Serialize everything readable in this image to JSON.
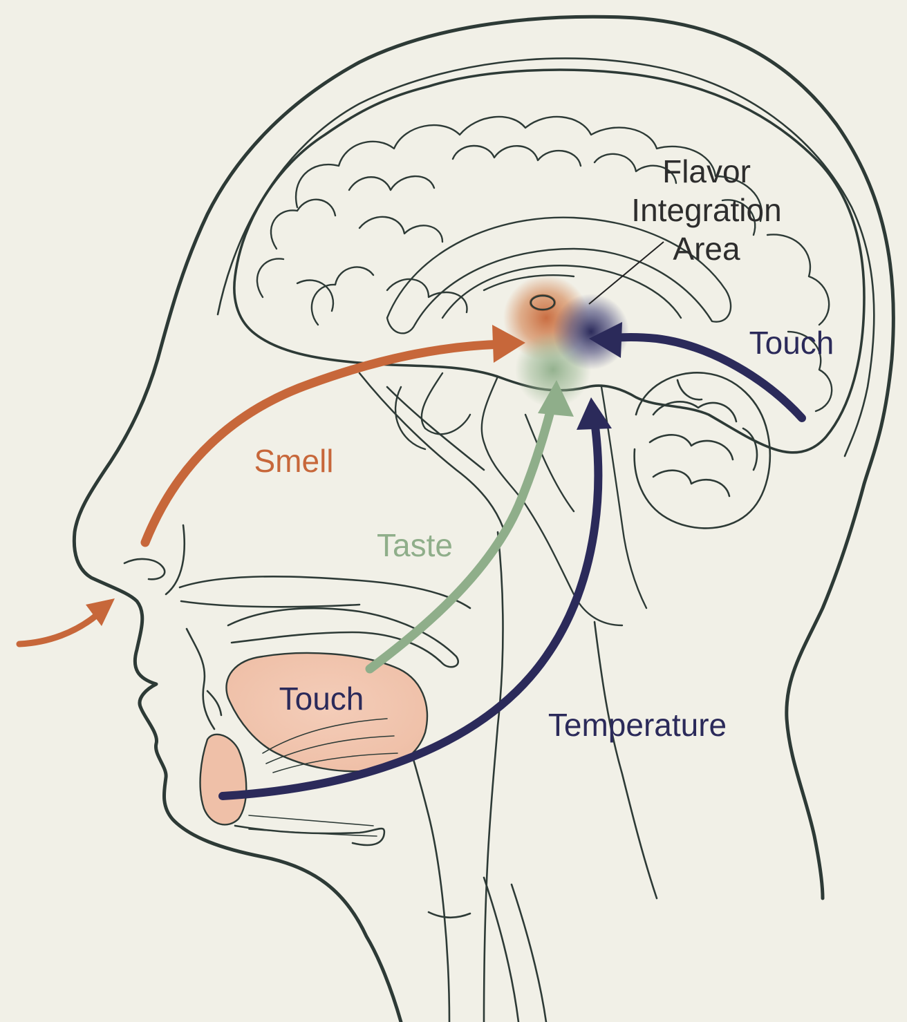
{
  "colors": {
    "background": "#f1f0e7",
    "outline": "#2d3a36",
    "smell": "#c7673a",
    "taste": "#8fae8a",
    "touch_temperature": "#2b2a5a",
    "tongue_fill": "#f2c9b6"
  },
  "labels": {
    "integration_line1": "Flavor",
    "integration_line2": "Integration",
    "integration_line3": "Area",
    "smell": "Smell",
    "taste": "Taste",
    "touch_mouth": "Touch",
    "touch_back": "Touch",
    "temperature": "Temperature"
  },
  "pathways": [
    {
      "name": "Smell",
      "from": "nose",
      "to": "flavor integration area",
      "color": "#c7673a"
    },
    {
      "name": "Taste",
      "from": "tongue",
      "to": "flavor integration area",
      "color": "#8fae8a"
    },
    {
      "name": "Temperature",
      "from": "mouth",
      "to": "flavor integration area",
      "color": "#2b2a5a"
    },
    {
      "name": "Touch",
      "from": "back of head",
      "to": "flavor integration area",
      "color": "#2b2a5a"
    }
  ]
}
